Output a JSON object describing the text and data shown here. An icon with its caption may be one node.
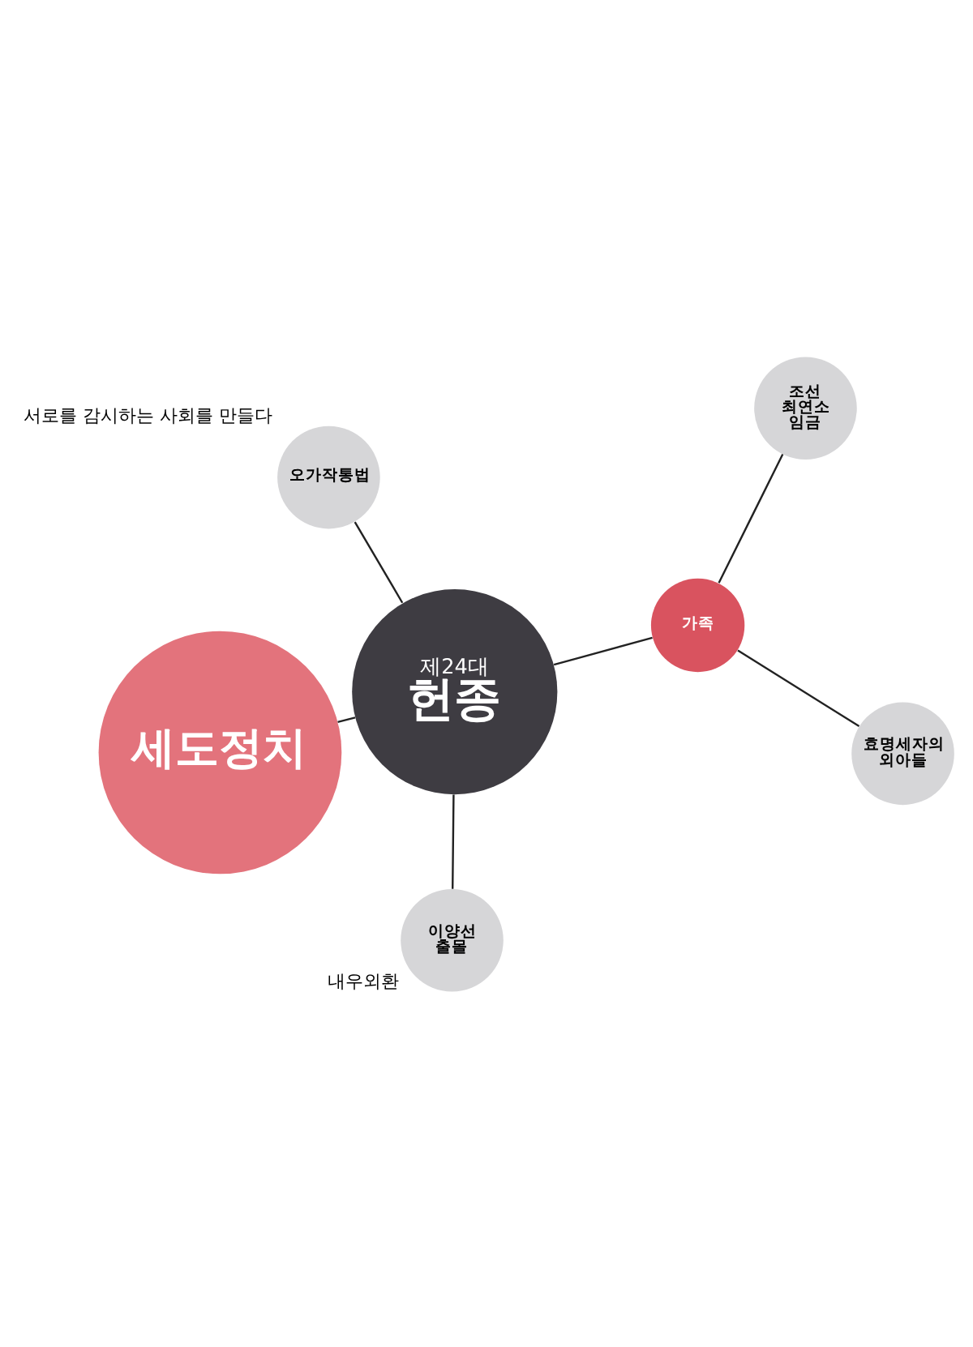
{
  "diagram": {
    "nodes": [
      {
        "text": [
          "세도정치"
        ]
      },
      {
        "text": [
          "제24대",
          "헌종"
        ]
      },
      {
        "text": [
          "가족"
        ]
      },
      {
        "text": [
          "조선 최연소 임금"
        ]
      },
      {
        "text": [
          "효명세자의 외아들"
        ]
      },
      {
        "text": [
          "오가작통법"
        ],
        "beside": [
          "서로를 감시하는 사회를 만들다"
        ]
      },
      {
        "text": [
          "이양선 출몰"
        ],
        "beside": [
          "내우외환"
        ]
      }
    ],
    "edges": [
      {
        "from": 0,
        "to": 1,
        "arrow": "none"
      },
      {
        "from": 1,
        "to": 2,
        "arrow": "none"
      },
      {
        "from": 2,
        "to": 3,
        "arrow": "none"
      },
      {
        "from": 2,
        "to": 4,
        "arrow": "none"
      },
      {
        "from": 1,
        "to": 5,
        "arrow": "none"
      },
      {
        "from": 1,
        "to": 6,
        "arrow": "none"
      }
    ]
  }
}
